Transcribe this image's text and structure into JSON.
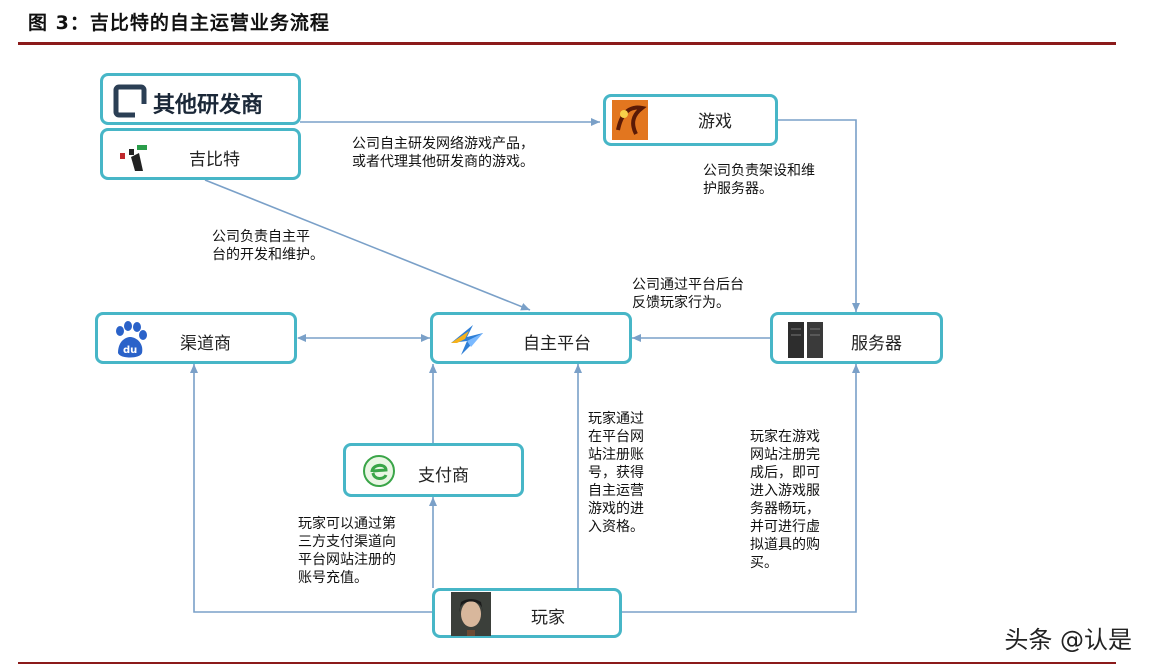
{
  "title": "图 3：吉比特的自主运营业务流程",
  "nodes": {
    "other_dev": "其他研发商",
    "jibite": "吉比特",
    "game": "游戏",
    "channel": "渠道商",
    "platform": "自主平台",
    "server": "服务器",
    "payment": "支付商",
    "player": "玩家"
  },
  "notes": {
    "develop": "公司自主研发网络游戏产品，\n或者代理其他研发商的游戏。",
    "build_server": "公司负责架设和维\n护服务器。",
    "platform_dev": "公司负责自主平\n台的开发和维护。",
    "feedback": "公司通过平台后台\n反馈玩家行为。",
    "register": "玩家通过\n在平台网\n站注册账\n号，获得\n自主运营\n游戏的进\n入资格。",
    "play": "玩家在游戏\n网站注册完\n成后，即可\n进入游戏服\n务器畅玩，\n并可进行虚\n拟道具的购\n买。",
    "recharge": "玩家可以通过第\n三方支付渠道向\n平台网站注册的\n账号充值。"
  },
  "icons": {
    "other_dev": "bracket-logo-icon",
    "jibite": "jibite-logo-icon",
    "game": "game-logo-icon",
    "channel": "baidu-paw-icon",
    "platform": "lightning-logo-icon",
    "server": "server-rack-icon",
    "payment": "payment-e-icon",
    "player": "player-avatar-icon"
  },
  "colors": {
    "node_border": "#47b6c7",
    "arrow": "#7aa0c8",
    "rule": "#8b1a1a"
  },
  "watermark": "头条 @认是"
}
